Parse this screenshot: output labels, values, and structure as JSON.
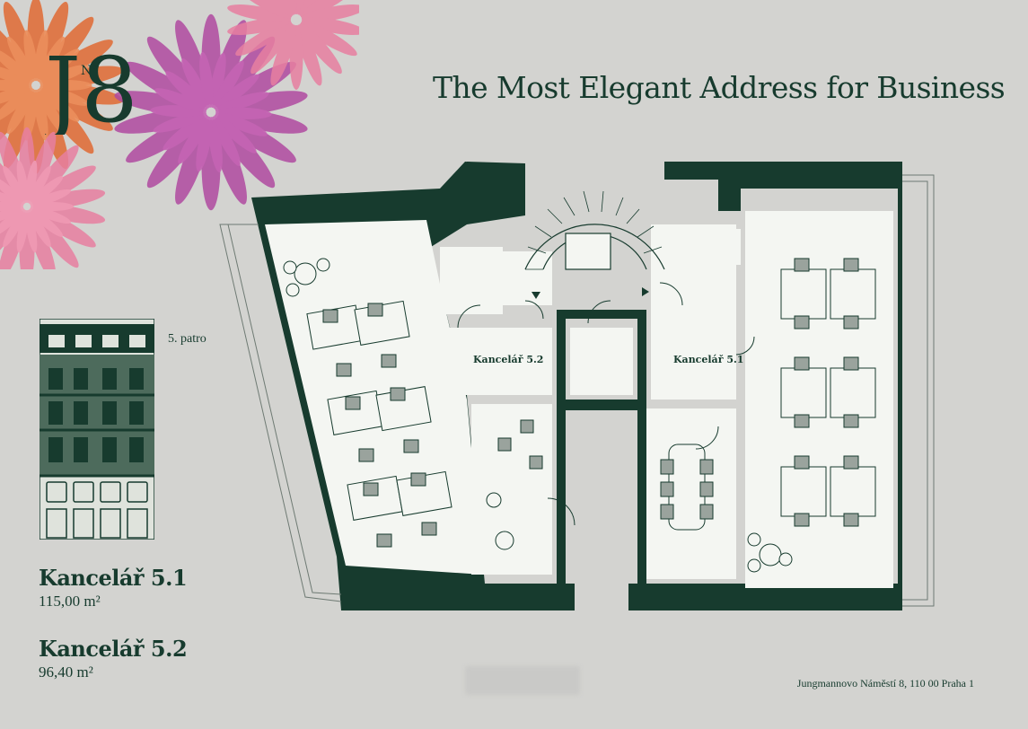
{
  "brand": {
    "logo_text": "J8",
    "logo_superscript": "N°"
  },
  "headline": "The Most Elegant Address for Business",
  "floor": {
    "label": "5. patro"
  },
  "offices": [
    {
      "name": "Kancelář 5.1",
      "area": "115,00 m²"
    },
    {
      "name": "Kancelář 5.2",
      "area": "96,40 m²"
    }
  ],
  "plan": {
    "room_labels": {
      "office_5_2": "Kancelář 5.2",
      "office_5_1": "Kancelář 5.1"
    }
  },
  "address": "Jungmannovo Náměstí 8, 110 00 Praha 1",
  "colors": {
    "dark_green": "#173b2e",
    "background": "#d3d3d0",
    "floor": "#f4f6f2",
    "flower_orange": "#e0703c",
    "flower_magenta": "#b04aa0",
    "flower_pink": "#e77fa0"
  }
}
